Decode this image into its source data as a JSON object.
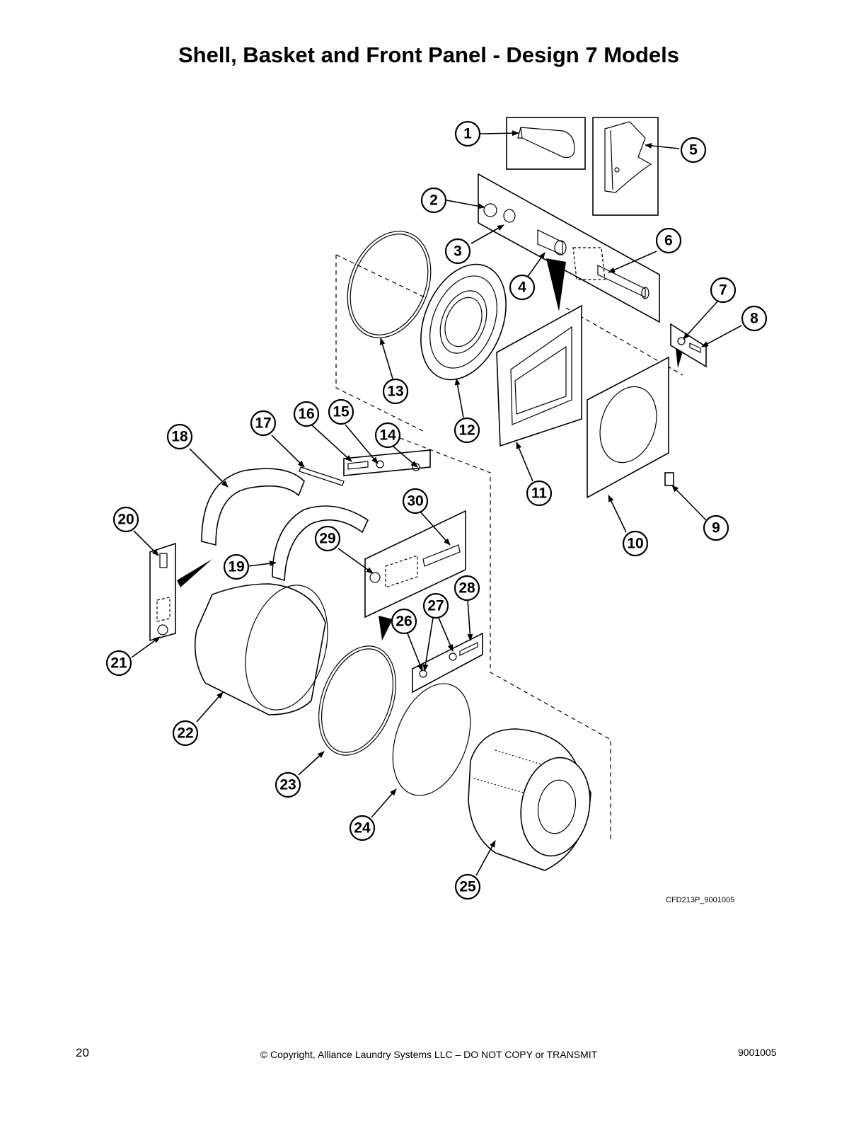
{
  "title": "Shell, Basket and Front Panel - Design 7 Models",
  "drawing_id": "CFD213P_9001005",
  "footer": {
    "page_number": "20",
    "copyright": "© Copyright, Alliance Laundry Systems LLC – DO NOT COPY or TRANSMIT",
    "doc_number": "9001005"
  },
  "callouts": [
    "1",
    "2",
    "3",
    "4",
    "5",
    "6",
    "7",
    "8",
    "9",
    "10",
    "11",
    "12",
    "13",
    "14",
    "15",
    "16",
    "17",
    "18",
    "19",
    "20",
    "21",
    "22",
    "23",
    "24",
    "25",
    "26",
    "27",
    "28",
    "29",
    "30"
  ]
}
